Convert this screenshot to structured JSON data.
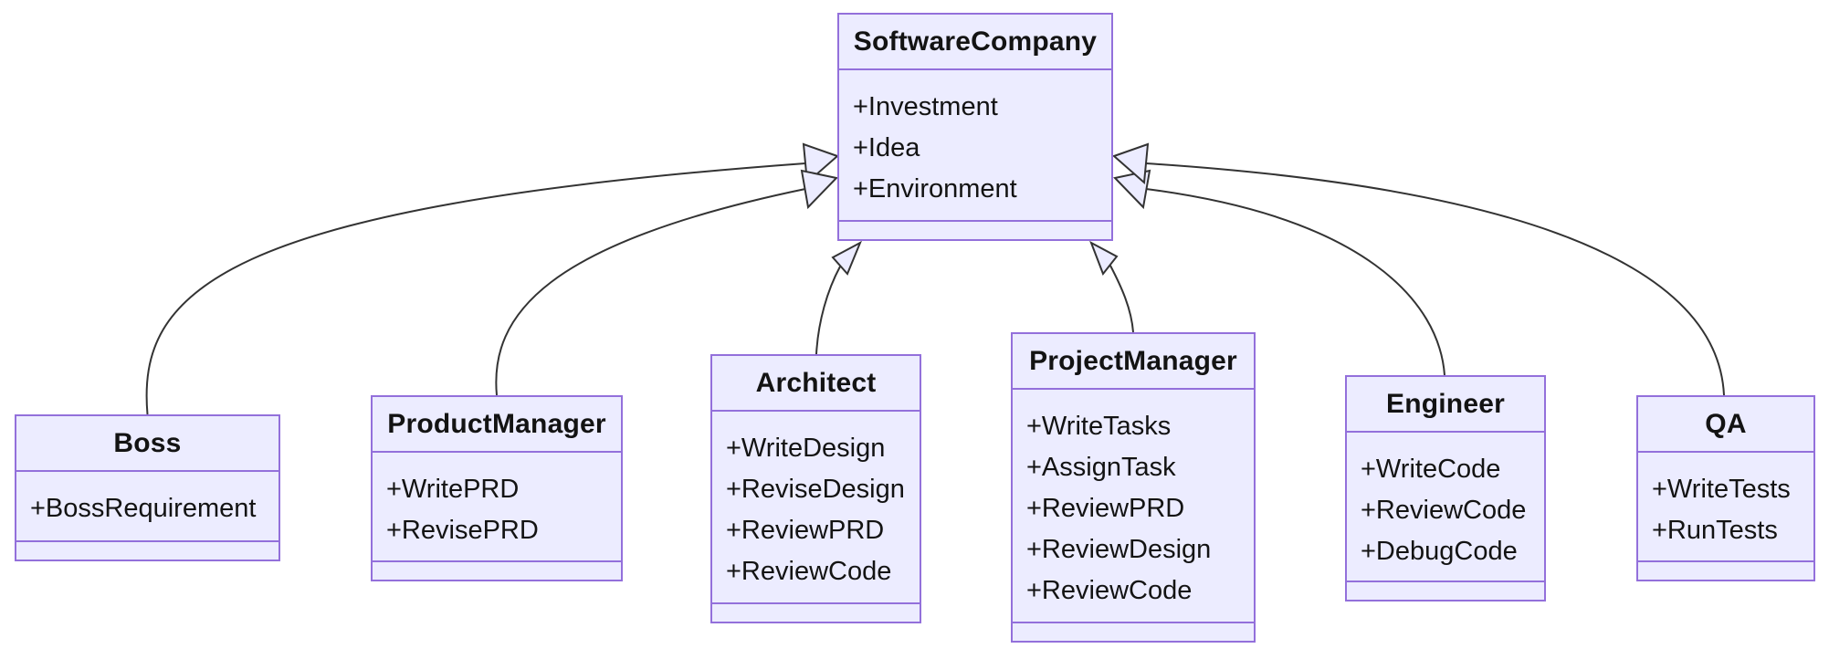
{
  "diagram": {
    "type": "uml-class-diagram",
    "colors": {
      "class_fill": "#ECECFF",
      "class_border": "#9370DB",
      "edge_color": "#333333",
      "text_color": "#131313",
      "background": "#FFFFFF"
    },
    "classes": [
      {
        "name": "SoftwareCompany",
        "attributes": [
          "+Investment",
          "+Idea",
          "+Environment"
        ],
        "methods": []
      },
      {
        "name": "Boss",
        "attributes": [
          "+BossRequirement"
        ],
        "methods": []
      },
      {
        "name": "ProductManager",
        "attributes": [
          "+WritePRD",
          "+RevisePRD"
        ],
        "methods": []
      },
      {
        "name": "Architect",
        "attributes": [
          "+WriteDesign",
          "+ReviseDesign",
          "+ReviewPRD",
          "+ReviewCode"
        ],
        "methods": []
      },
      {
        "name": "ProjectManager",
        "attributes": [
          "+WriteTasks",
          "+AssignTask",
          "+ReviewPRD",
          "+ReviewDesign",
          "+ReviewCode"
        ],
        "methods": []
      },
      {
        "name": "Engineer",
        "attributes": [
          "+WriteCode",
          "+ReviewCode",
          "+DebugCode"
        ],
        "methods": []
      },
      {
        "name": "QA",
        "attributes": [
          "+WriteTests",
          "+RunTests"
        ],
        "methods": []
      }
    ],
    "relations": [
      {
        "from": "Boss",
        "to": "SoftwareCompany",
        "type": "inheritance"
      },
      {
        "from": "ProductManager",
        "to": "SoftwareCompany",
        "type": "inheritance"
      },
      {
        "from": "Architect",
        "to": "SoftwareCompany",
        "type": "inheritance"
      },
      {
        "from": "ProjectManager",
        "to": "SoftwareCompany",
        "type": "inheritance"
      },
      {
        "from": "Engineer",
        "to": "SoftwareCompany",
        "type": "inheritance"
      },
      {
        "from": "QA",
        "to": "SoftwareCompany",
        "type": "inheritance"
      }
    ]
  }
}
